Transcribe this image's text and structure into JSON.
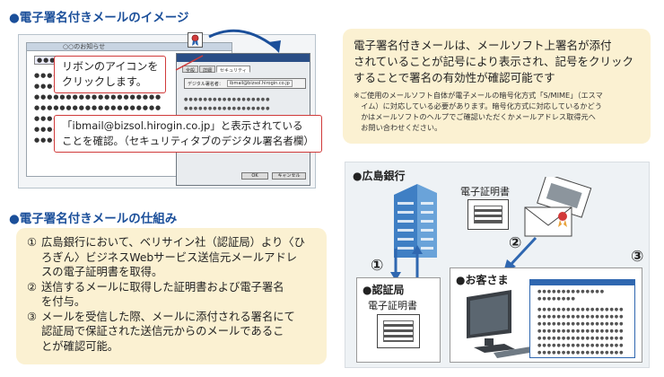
{
  "section1": {
    "heading": "●電子署名付きメールのイメージ"
  },
  "mock": {
    "back_title": "○○のお知らせ",
    "back_first_row": "●●●●●●",
    "back_rows": [
      "●●●●●●●●●●●●●●●●●●●●",
      "●●●●●●●●●●●●●●●●●●●●",
      "●●●●●●●●●●●●●●●●●●●●",
      "●●●●●●●●●●●●●●●●●●●●",
      "●●●●●●●●●●●●●●●●●●●●",
      "●●●●●●●●●●●●●●●●●●●●",
      "●●●●●●●●●●●●●●●●●●●●"
    ],
    "front_tabs": [
      "全般",
      "詳細",
      "セキュリティ"
    ],
    "cert_label": "デジタル署名者：",
    "cert_email": "ibmail@bizsol.hirogin.co.jp",
    "ok_label": "OK",
    "cancel_label": "キャンセル"
  },
  "callouts": {
    "ribbon": [
      "リボンのアイコンを",
      "クリックします。"
    ],
    "confirm": [
      "「ibmail@bizsol.hirogin.co.jp」と表示されている",
      "ことを確認。（セキュリティタブのデジタル署名者欄）"
    ]
  },
  "info": {
    "main": [
      "電子署名付きメールは、メールソフト上署名が添付",
      "されていることが記号により表示され、記号をクリック",
      "することで署名の有効性が確認可能です"
    ],
    "note": [
      "※ご使用のメールソフト自体が電子メールの暗号化方式「S/MIME」（エスマ",
      "　イム）に対応している必要があります。暗号化方式に対応しているかどう",
      "　かはメールソフトのヘルプでご確認いただくかメールアドレス取得元へ",
      "　お問い合わせください。"
    ]
  },
  "section2": {
    "heading": "●電子署名付きメールの仕組み"
  },
  "mechanism": [
    {
      "num": "①",
      "lines": [
        "広島銀行において、ベリサイン社（認証局）より〈ひ",
        "ろぎん〉ビジネスWebサービス送信元メールアドレ",
        "スの電子証明書を取得。"
      ]
    },
    {
      "num": "②",
      "lines": [
        "送信するメールに取得した証明書および電子署名",
        "を付与。"
      ]
    },
    {
      "num": "③",
      "lines": [
        "メールを受信した際、メールに添付される署名にて",
        "認証局で保証された送信元からのメールであるこ",
        "とが確認可能。"
      ]
    }
  ],
  "diagram": {
    "bank_label": "●広島銀行",
    "cert_label_top": "電子証明書",
    "auth_label": "●認証局",
    "cert_label_auth": "電子証明書",
    "customer_label": "●お客さま",
    "step1": "①",
    "step2": "②",
    "step3": "③",
    "screen_rows": [
      "●●●●●●●●●●●●●●",
      "●●●●●●●●",
      "●●●●●●●●●●●●●●●●●●",
      "●●●●●●●●●●●●●●●●●●",
      "●●●●●●●●●●●●●●●●●●",
      "●●●●●●●●●●●●●●●●●●",
      "●●●●●●●●●●●●●●●●●●",
      "●●●●●●●●●●●●●●●●●●",
      "●●●●●●●●●●●●●●●●●●"
    ]
  },
  "colors": {
    "heading": "#1b4f9a",
    "callout_border": "#d03a3a",
    "box_bg": "#fbf1d2",
    "arrow_blue": "#2f67b0"
  }
}
